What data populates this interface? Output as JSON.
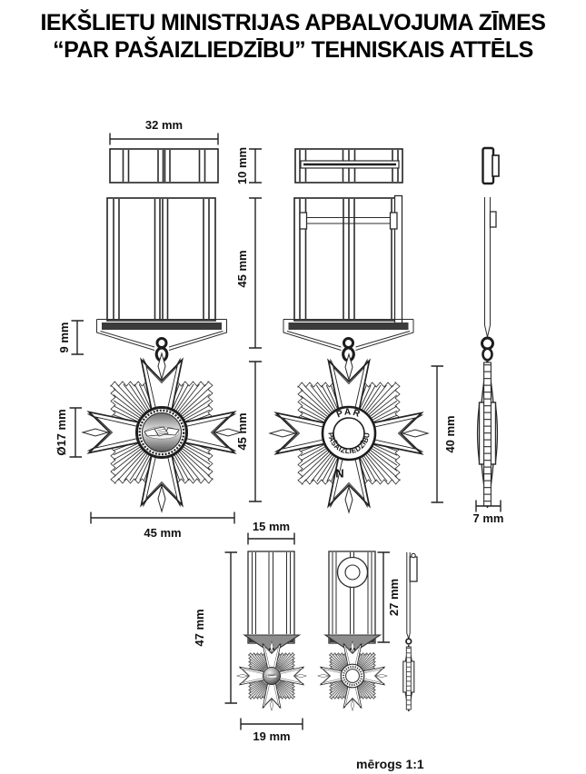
{
  "title": {
    "line1": "IEKŠLIETU MINISTRIJAS APBALVOJUMA ZĪMES",
    "line2": "“PAR PAŠAIZLIEDZĪBU” TEHNISKAIS ATTĒLS"
  },
  "dimensions": {
    "ribbon_bar_width": "32 mm",
    "ribbon_bar_height": "10 mm",
    "ribbon_height": "45 mm",
    "ribbon_fold_height": "9 mm",
    "medallion_diameter": "Ø17 mm",
    "star_width": "45 mm",
    "star_height": "45 mm",
    "reverse_star_height": "40 mm",
    "side_thickness": "7 mm",
    "mini_ribbon_width": "15 mm",
    "mini_total_height": "47 mm",
    "mini_ribbon_height": "27 mm",
    "mini_star_width": "19 mm"
  },
  "reverse": {
    "inscription_top": "PAR",
    "inscription_bottom": "PAŠAIZLIEDZĪBU",
    "maker_mark": "N"
  },
  "footer": {
    "scale": "mērogs 1:1"
  }
}
